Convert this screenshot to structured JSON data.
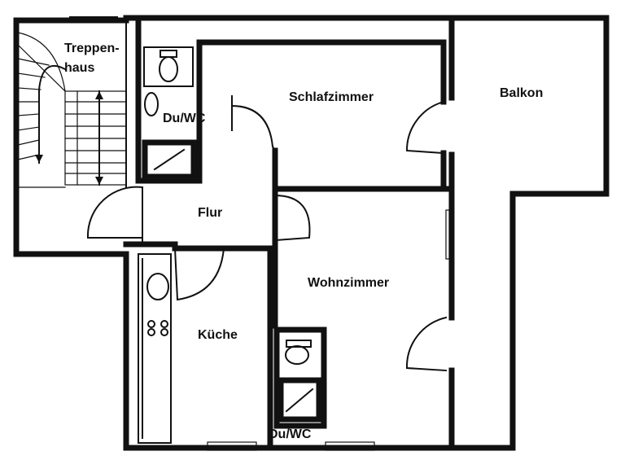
{
  "rooms": {
    "treppenhaus_line1": "Treppen-",
    "treppenhaus_line2": "haus",
    "du_wc_top": "Du/WC",
    "schlafzimmer": "Schlafzimmer",
    "balkon": "Balkon",
    "flur": "Flur",
    "wohnzimmer": "Wohnzimmer",
    "kueche": "Küche",
    "du_wc_bottom": "Du/WC"
  },
  "colors": {
    "ink": "#111111",
    "background": "#ffffff"
  }
}
